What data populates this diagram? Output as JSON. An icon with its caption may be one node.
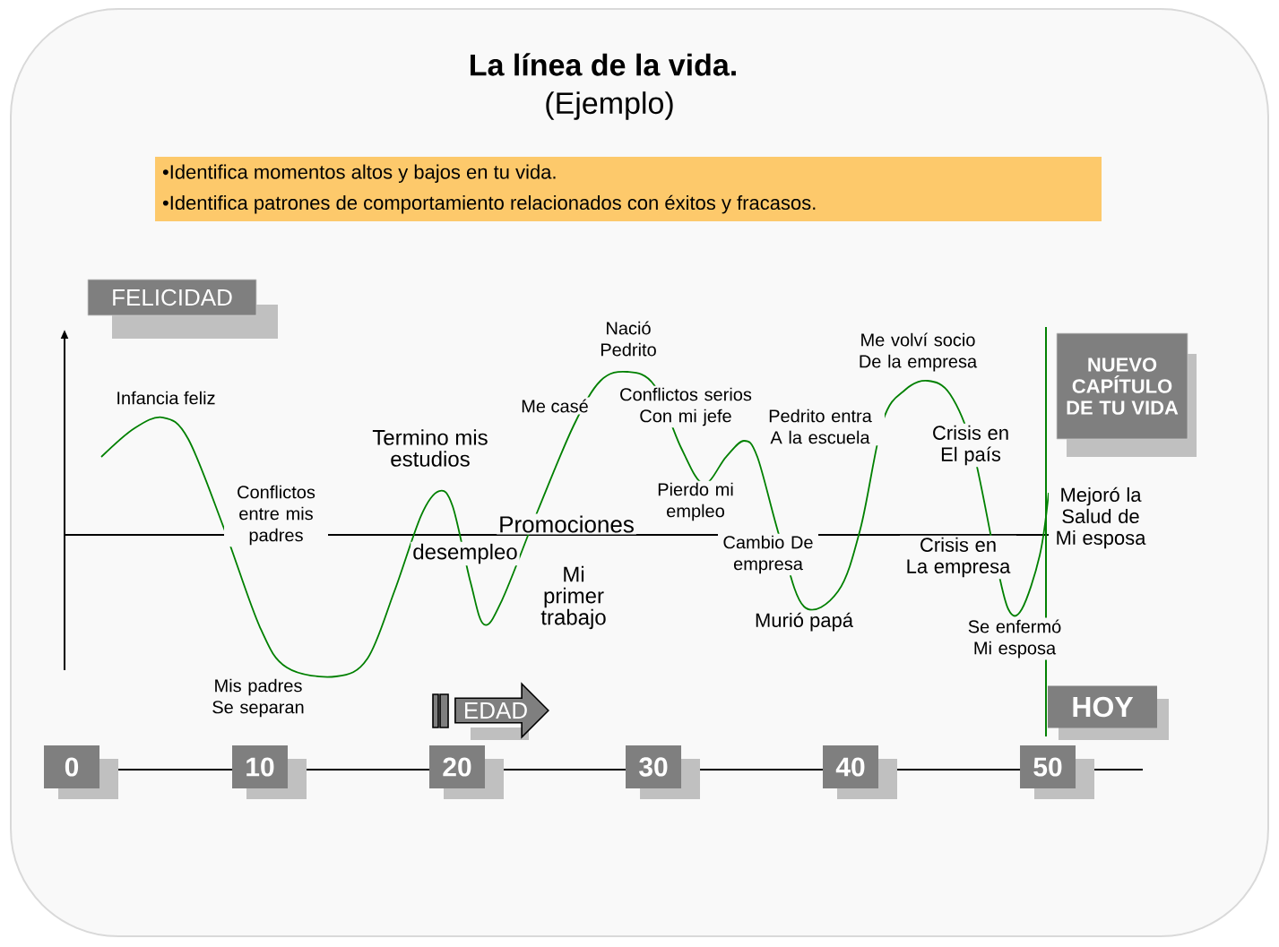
{
  "diagram": {
    "title": "La línea de la vida.",
    "nodes": [
      {
        "text": [
          "•Identifica momentos altos y bajos en tu vida.",
          "•Identifica patrones de comportamiento relacionados con éxitos y fracasos."
        ]
      },
      {
        "text": [
          "FELICIDAD"
        ]
      },
      {
        "text": [
          "NUEVO CAPÍTULO DE TU VIDA"
        ]
      },
      {
        "text": [
          "EDAD"
        ]
      },
      {
        "text": [
          "HOY"
        ]
      },
      {
        "text": [
          "0"
        ]
      },
      {
        "text": [
          "10"
        ]
      },
      {
        "text": [
          "20"
        ]
      },
      {
        "text": [
          "30"
        ]
      },
      {
        "text": [
          "40"
        ]
      },
      {
        "text": [
          "50"
        ]
      }
    ],
    "labels": [
      "(Ejemplo)",
      "Infancia feliz",
      "Conflictos entre mis padres",
      "Mis padres Se separan",
      "Termino mis estudios",
      "desempleo",
      "Promociones",
      "Mi primer trabajo",
      "Me casé",
      "Nació Pedrito",
      "Conflictos serios Con mi jefe",
      "Pierdo mi empleo",
      "Pedrito entra A la escuela",
      "Cambio De empresa",
      "Murió papá",
      "Me volví socio De la empresa",
      "Crisis en El país",
      "Crisis en La empresa",
      "Se enfermó Mi esposa",
      "Mejoró la Salud de Mi esposa"
    ]
  }
}
